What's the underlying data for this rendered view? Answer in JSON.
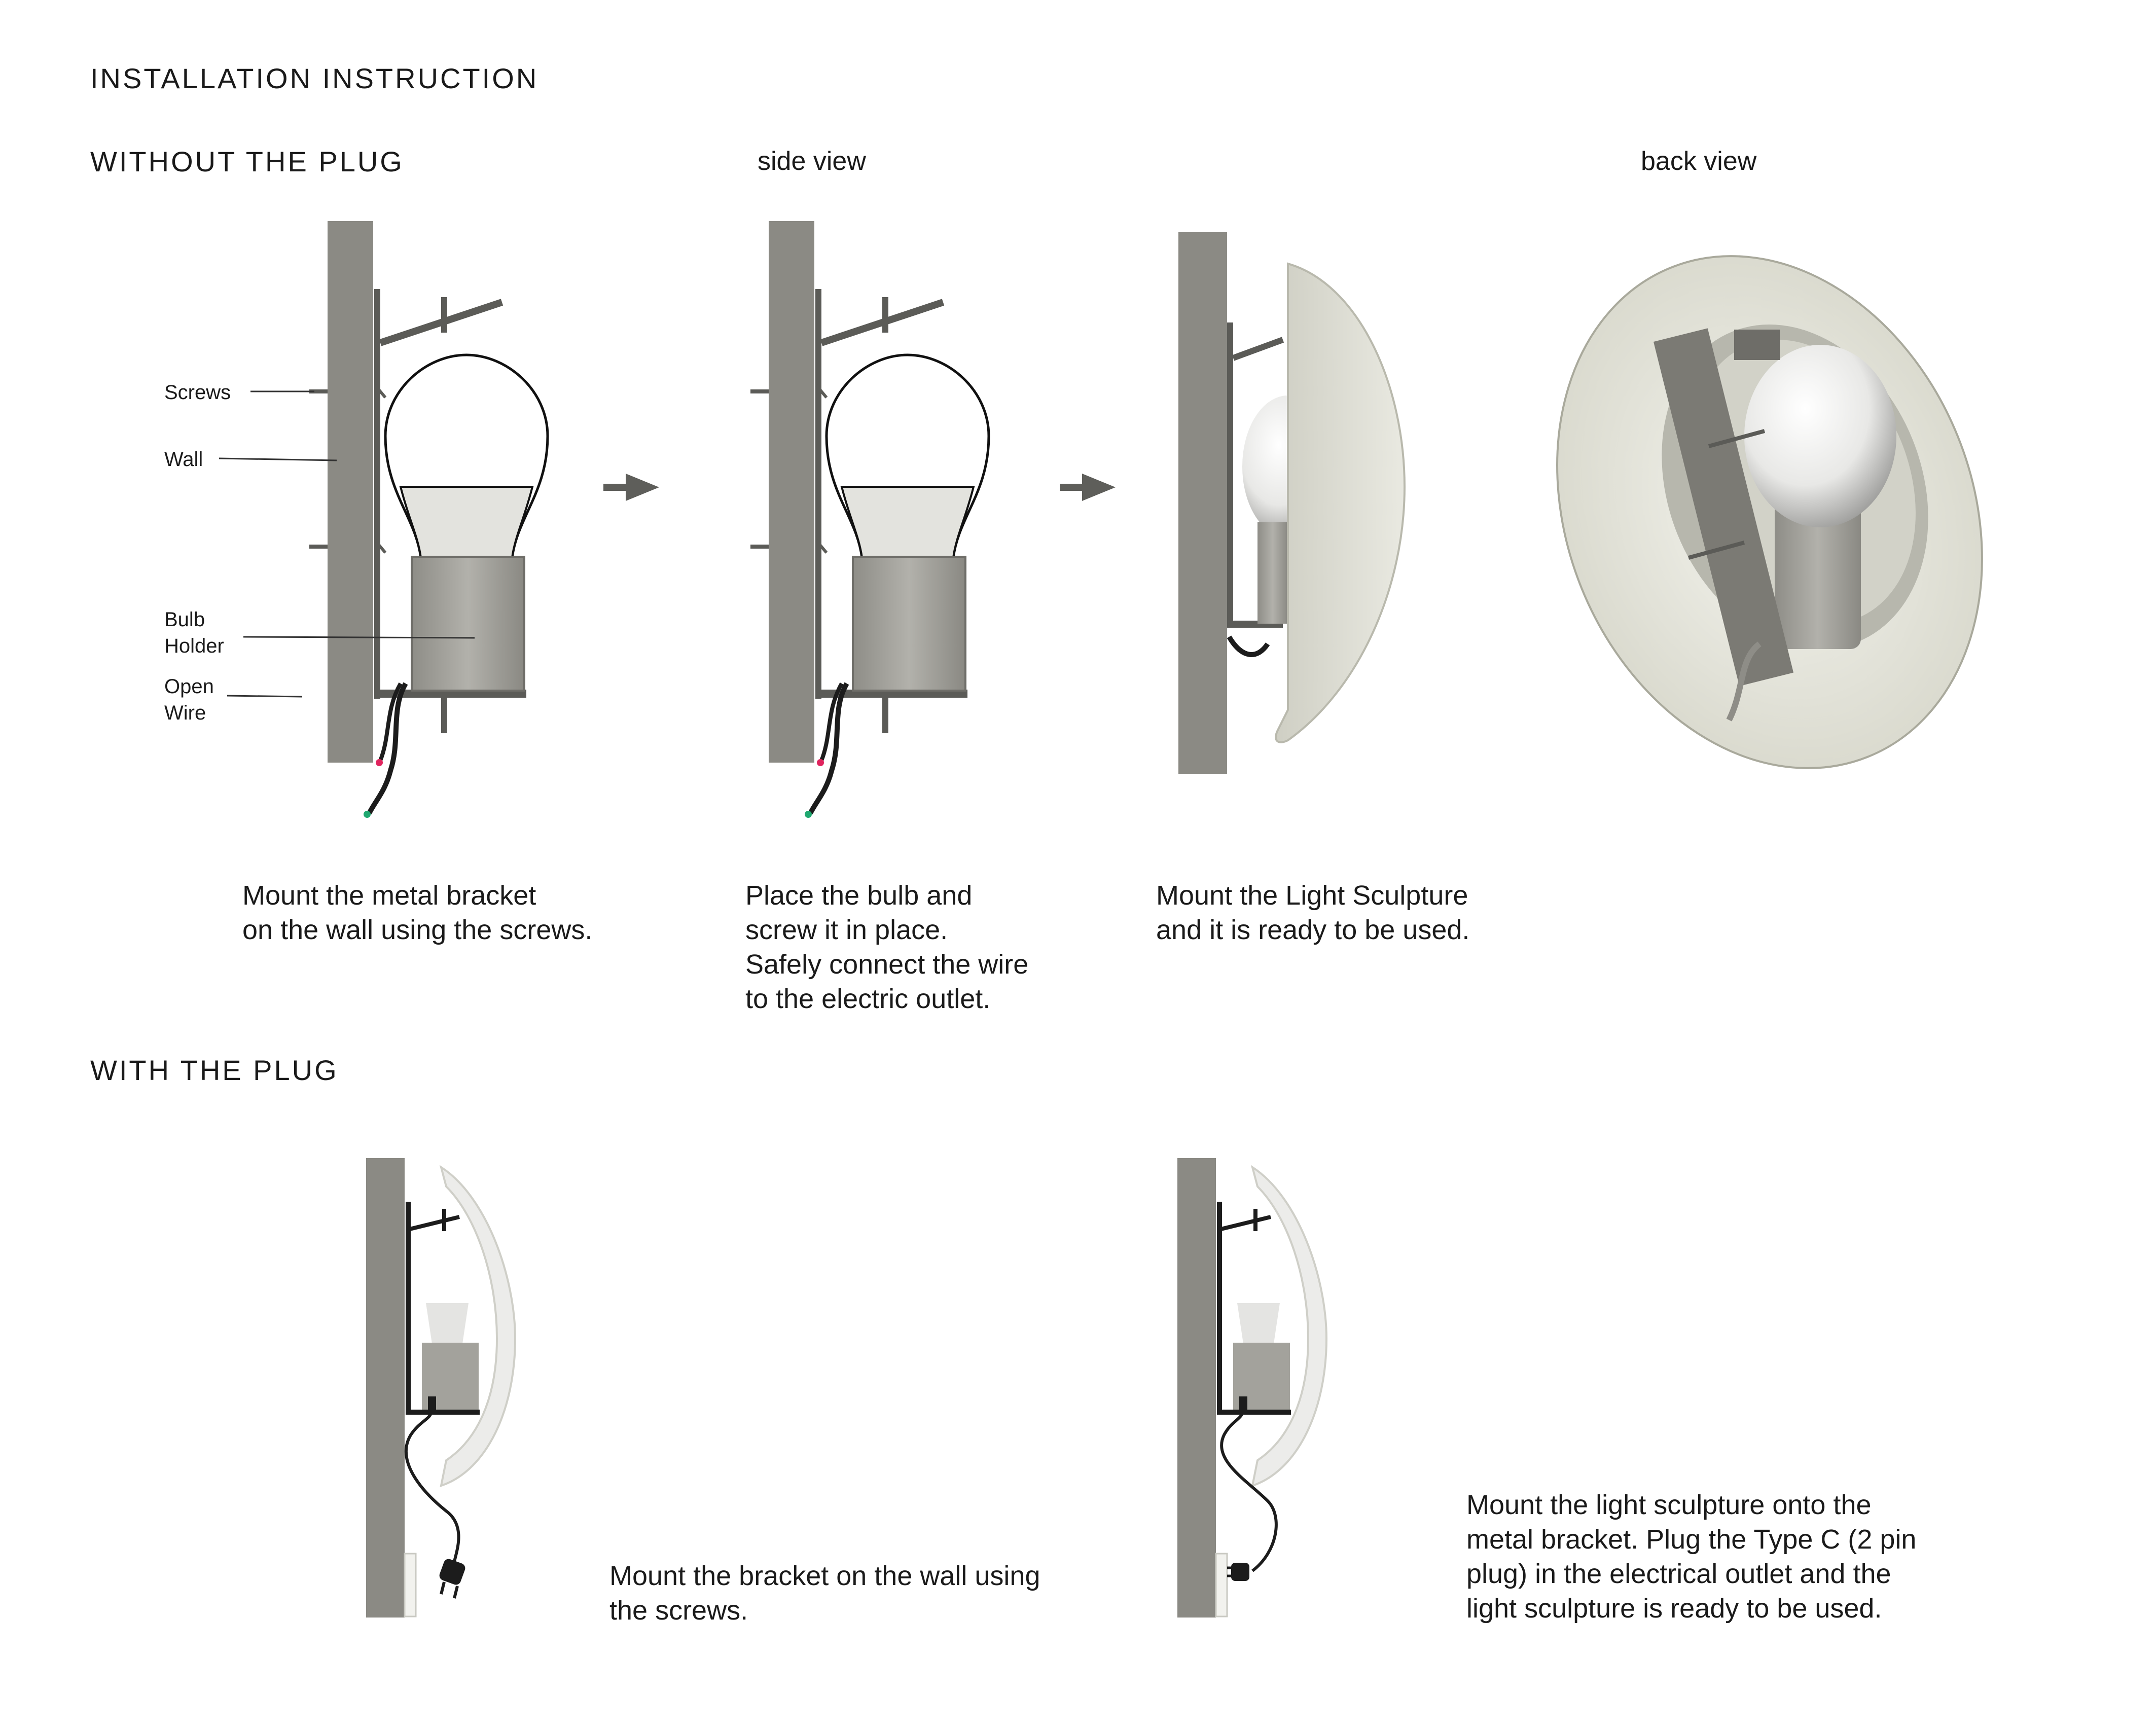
{
  "title": "INSTALLATION INSTRUCTION",
  "section_without_plug": "WITHOUT THE PLUG",
  "section_with_plug": "WITH THE PLUG",
  "view_side": "side view",
  "view_back": "back view",
  "labels": {
    "screws": "Screws",
    "wall": "Wall",
    "bulb_holder": [
      "Bulb",
      "Holder"
    ],
    "open_wire": [
      "Open",
      "Wire"
    ]
  },
  "steps_without_plug": [
    {
      "lines": [
        "Mount the metal bracket",
        "on the wall using the screws."
      ]
    },
    {
      "lines": [
        "Place the bulb and",
        "screw it in place.",
        "Safely connect the wire",
        "to the electric outlet."
      ]
    },
    {
      "lines": [
        "Mount the Light Sculpture",
        "and it is ready to be used."
      ]
    }
  ],
  "steps_with_plug": [
    {
      "lines": [
        "Mount the bracket on the wall using",
        "the screws."
      ]
    },
    {
      "lines": [
        "Mount the light sculpture onto the",
        "metal bracket. Plug the Type C (2 pin",
        "plug) in the electrical outlet and the",
        "light sculpture is ready to be used."
      ]
    }
  ],
  "colors": {
    "wall": "#8b8a84",
    "bracket": "#5b5b57",
    "holder": "#a3a29c",
    "shade": "#dcdcd2",
    "arrow": "#5e5e5a",
    "wire": "#1c1c1c",
    "wire_tip_red": "#e0245e",
    "wire_tip_green": "#1fa870"
  },
  "icons": [
    "arrow-right-icon",
    "arrow-right-icon"
  ]
}
